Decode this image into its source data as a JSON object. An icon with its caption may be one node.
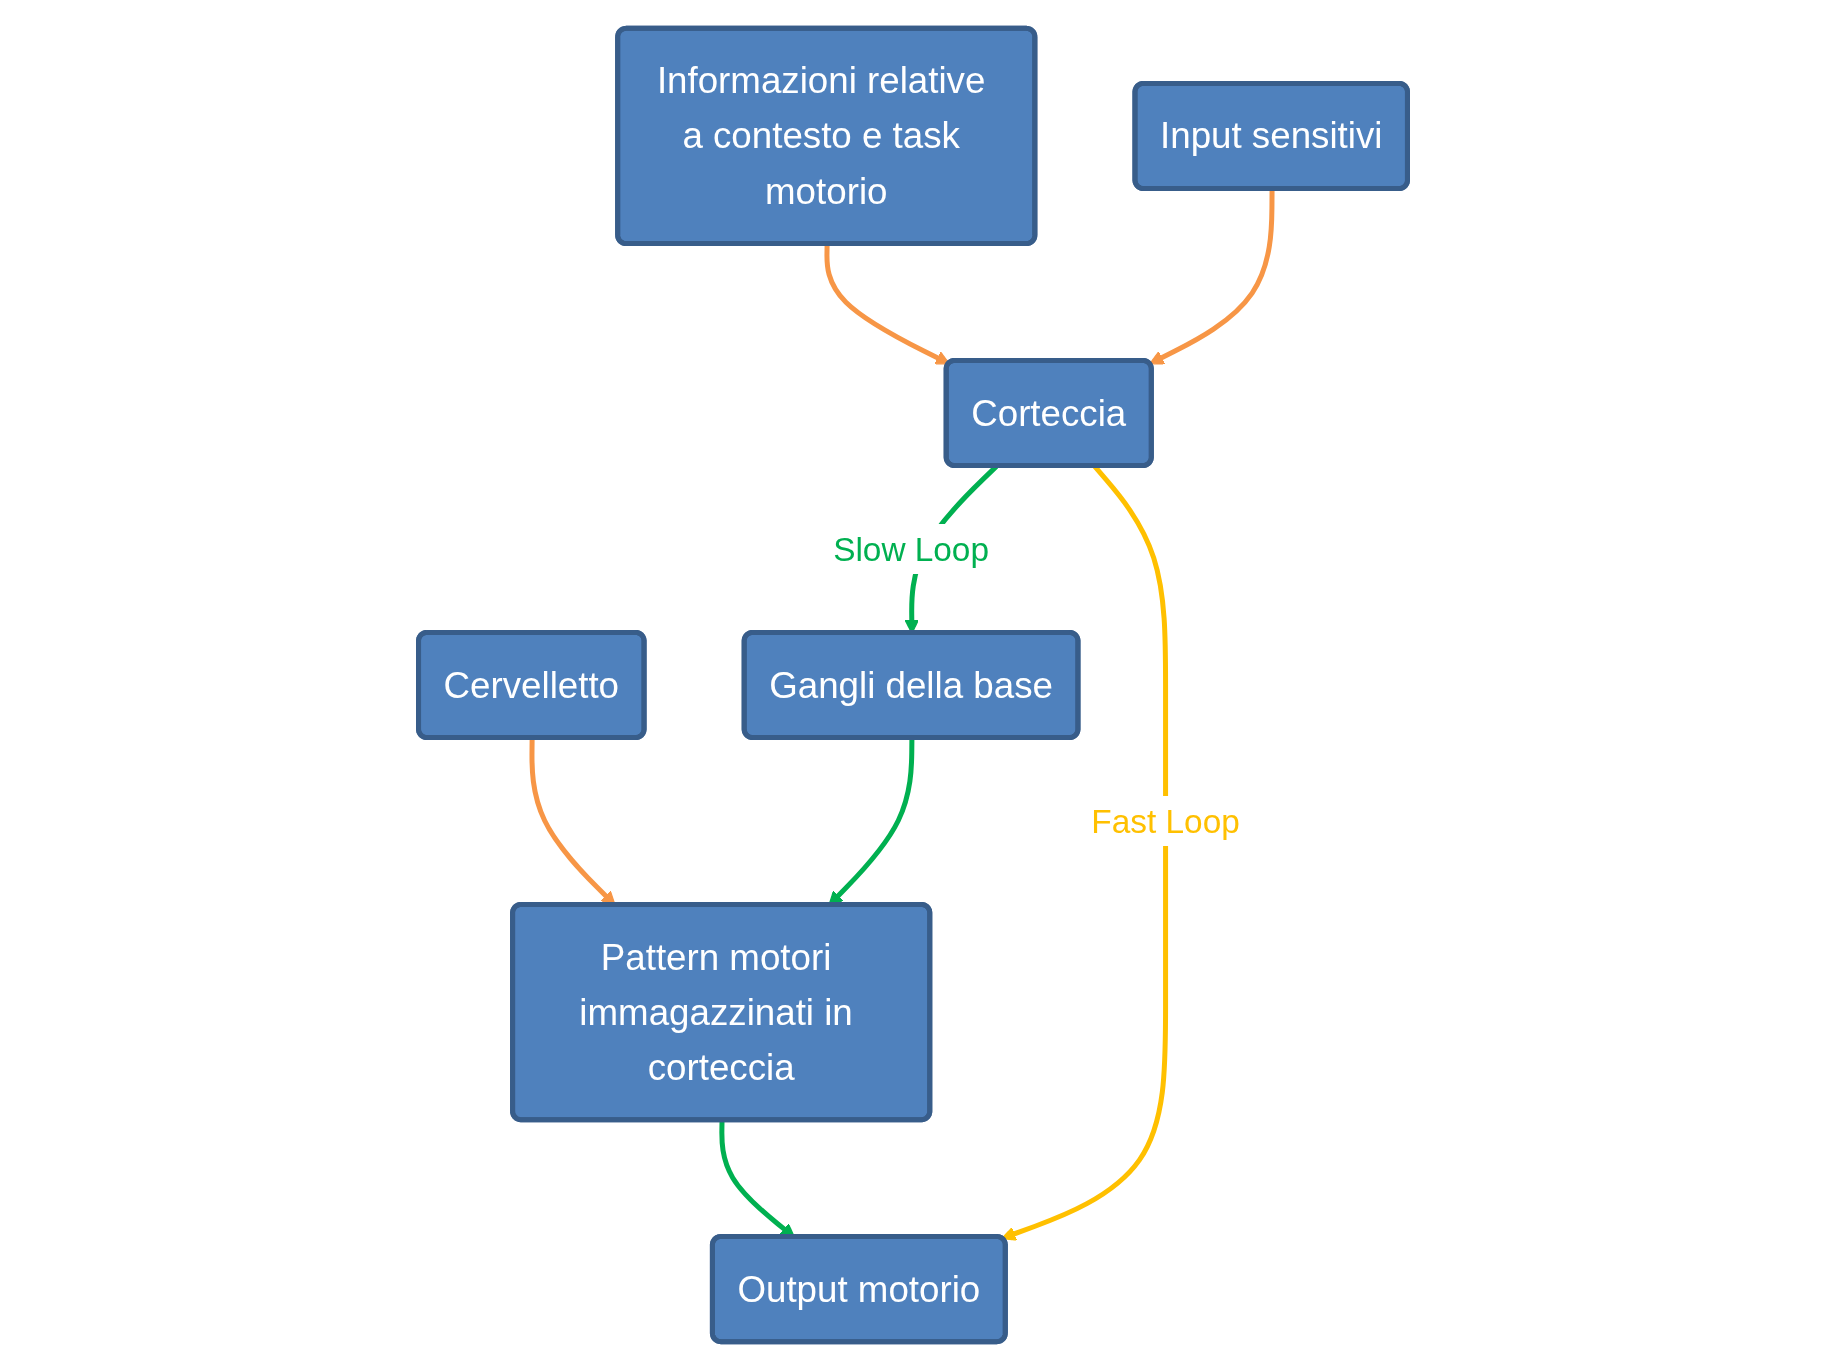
{
  "diagram": {
    "nodes": [
      {
        "text": [
          "Informazioni relative a contesto e task motorio"
        ]
      },
      {
        "text": [
          "Input sensitivi"
        ]
      },
      {
        "text": [
          "Corteccia"
        ]
      },
      {
        "text": [
          "Cervelletto"
        ]
      },
      {
        "text": [
          "Pattern motori immagazzinati in corteccia"
        ]
      },
      {
        "text": [
          "Gangli della base"
        ]
      },
      {
        "text": [
          "Output motorio"
        ]
      }
    ],
    "edges": [
      {
        "from": 0,
        "to": 2,
        "arrow": "to",
        "color": "#f79646"
      },
      {
        "from": 1,
        "to": 2,
        "arrow": "to",
        "color": "#f79646"
      },
      {
        "from": 2,
        "to": 5,
        "arrow": "to",
        "color": "#00b050",
        "label": "Slow Loop"
      },
      {
        "from": 3,
        "to": 4,
        "arrow": "to",
        "color": "#f79646"
      },
      {
        "from": 5,
        "to": 4,
        "arrow": "to",
        "color": "#00b050"
      },
      {
        "from": 4,
        "to": 6,
        "arrow": "to",
        "color": "#00b050"
      },
      {
        "from": 2,
        "to": 6,
        "arrow": "to",
        "color": "#ffc000",
        "label": "Fast Loop"
      }
    ]
  }
}
